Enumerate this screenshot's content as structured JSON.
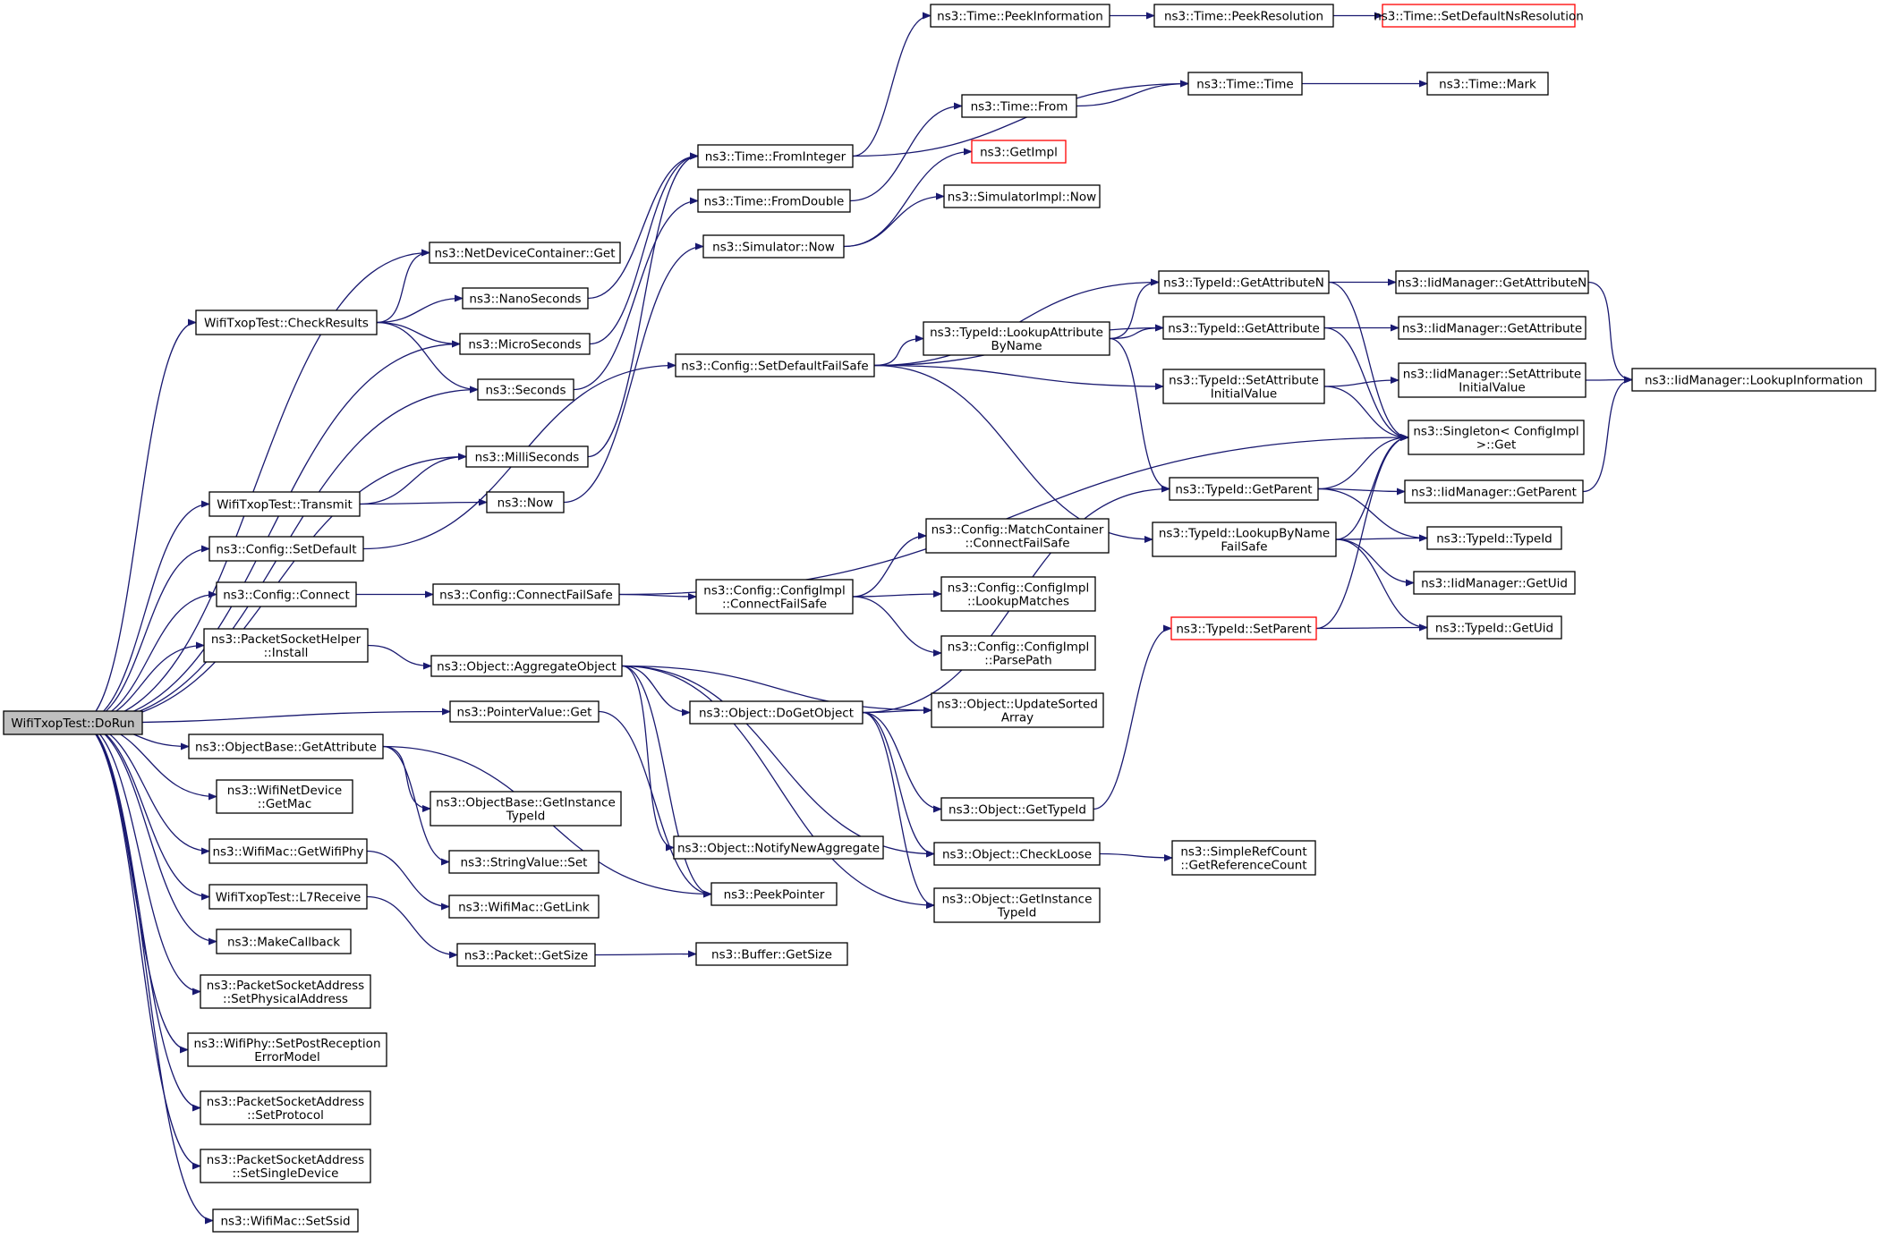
{
  "diagram": {
    "colors": {
      "edge": "#191970",
      "node_border": "#000000",
      "node_border_truncated": "#ff0000",
      "node_fill": "#ffffff",
      "root_fill": "#bfbfbf"
    },
    "nodes": [
      {
        "id": "dorun",
        "lines": [
          "WifiTxopTest::DoRun"
        ],
        "root": true
      },
      {
        "id": "ndcget",
        "lines": [
          "ns3::NetDeviceContainer::Get"
        ]
      },
      {
        "id": "checkresults",
        "lines": [
          "WifiTxopTest::CheckResults"
        ]
      },
      {
        "id": "nanoseconds",
        "lines": [
          "ns3::NanoSeconds"
        ]
      },
      {
        "id": "microseconds",
        "lines": [
          "ns3::MicroSeconds"
        ]
      },
      {
        "id": "seconds",
        "lines": [
          "ns3::Seconds"
        ]
      },
      {
        "id": "milliseconds",
        "lines": [
          "ns3::MilliSeconds"
        ]
      },
      {
        "id": "transmit",
        "lines": [
          "WifiTxopTest::Transmit"
        ]
      },
      {
        "id": "now",
        "lines": [
          "ns3::Now"
        ]
      },
      {
        "id": "setdefault",
        "lines": [
          "ns3::Config::SetDefault"
        ]
      },
      {
        "id": "connect",
        "lines": [
          "ns3::Config::Connect"
        ]
      },
      {
        "id": "connectfailsafe",
        "lines": [
          "ns3::Config::ConnectFailSafe"
        ]
      },
      {
        "id": "pshinstall",
        "lines": [
          "ns3::PacketSocketHelper",
          "::Install"
        ]
      },
      {
        "id": "aggregate",
        "lines": [
          "ns3::Object::AggregateObject"
        ]
      },
      {
        "id": "pointervalueget",
        "lines": [
          "ns3::PointerValue::Get"
        ]
      },
      {
        "id": "obgetattribute",
        "lines": [
          "ns3::ObjectBase::GetAttribute"
        ]
      },
      {
        "id": "wndgetmac",
        "lines": [
          "ns3::WifiNetDevice",
          "::GetMac"
        ]
      },
      {
        "id": "getwifiphy",
        "lines": [
          "ns3::WifiMac::GetWifiPhy"
        ]
      },
      {
        "id": "l7receive",
        "lines": [
          "WifiTxopTest::L7Receive"
        ]
      },
      {
        "id": "makecallback",
        "lines": [
          "ns3::MakeCallback"
        ]
      },
      {
        "id": "setphysaddr",
        "lines": [
          "ns3::PacketSocketAddress",
          "::SetPhysicalAddress"
        ]
      },
      {
        "id": "setpostrx",
        "lines": [
          "ns3::WifiPhy::SetPostReception",
          "ErrorModel"
        ]
      },
      {
        "id": "setprotocol",
        "lines": [
          "ns3::PacketSocketAddress",
          "::SetProtocol"
        ]
      },
      {
        "id": "setsingledev",
        "lines": [
          "ns3::PacketSocketAddress",
          "::SetSingleDevice"
        ]
      },
      {
        "id": "setssid",
        "lines": [
          "ns3::WifiMac::SetSsid"
        ]
      },
      {
        "id": "fromint",
        "lines": [
          "ns3::Time::FromInteger"
        ]
      },
      {
        "id": "fromdouble",
        "lines": [
          "ns3::Time::FromDouble"
        ]
      },
      {
        "id": "simnow",
        "lines": [
          "ns3::Simulator::Now"
        ]
      },
      {
        "id": "setdefaultfs",
        "lines": [
          "ns3::Config::SetDefaultFailSafe"
        ]
      },
      {
        "id": "configimplcfs",
        "lines": [
          "ns3::Config::ConfigImpl",
          "::ConnectFailSafe"
        ]
      },
      {
        "id": "obgetinstancetid",
        "lines": [
          "ns3::ObjectBase::GetInstance",
          "TypeId"
        ]
      },
      {
        "id": "stringvalueset",
        "lines": [
          "ns3::StringValue::Set"
        ]
      },
      {
        "id": "wmgetlink",
        "lines": [
          "ns3::WifiMac::GetLink"
        ]
      },
      {
        "id": "packetgetsize",
        "lines": [
          "ns3::Packet::GetSize"
        ]
      },
      {
        "id": "dogetobject",
        "lines": [
          "ns3::Object::DoGetObject"
        ]
      },
      {
        "id": "notifynewagg",
        "lines": [
          "ns3::Object::NotifyNewAggregate"
        ]
      },
      {
        "id": "peekpointer",
        "lines": [
          "ns3::PeekPointer"
        ]
      },
      {
        "id": "buffergetsize",
        "lines": [
          "ns3::Buffer::GetSize"
        ]
      },
      {
        "id": "peekinfo",
        "lines": [
          "ns3::Time::PeekInformation"
        ]
      },
      {
        "id": "timefrom",
        "lines": [
          "ns3::Time::From"
        ]
      },
      {
        "id": "getimpl",
        "lines": [
          "ns3::GetImpl"
        ],
        "truncated": true
      },
      {
        "id": "simimplnow",
        "lines": [
          "ns3::SimulatorImpl::Now"
        ]
      },
      {
        "id": "lookupattrbyname",
        "lines": [
          "ns3::TypeId::LookupAttribute",
          "ByName"
        ]
      },
      {
        "id": "matchcontainer",
        "lines": [
          "ns3::Config::MatchContainer",
          "::ConnectFailSafe"
        ]
      },
      {
        "id": "lookupmatches",
        "lines": [
          "ns3::Config::ConfigImpl",
          "::LookupMatches"
        ]
      },
      {
        "id": "parsepath",
        "lines": [
          "ns3::Config::ConfigImpl",
          "::ParsePath"
        ]
      },
      {
        "id": "updatesorted",
        "lines": [
          "ns3::Object::UpdateSorted",
          "Array"
        ]
      },
      {
        "id": "objgettypeid",
        "lines": [
          "ns3::Object::GetTypeId"
        ]
      },
      {
        "id": "checkloose",
        "lines": [
          "ns3::Object::CheckLoose"
        ]
      },
      {
        "id": "objgetinstancetid",
        "lines": [
          "ns3::Object::GetInstance",
          "TypeId"
        ]
      },
      {
        "id": "peekres",
        "lines": [
          "ns3::Time::PeekResolution"
        ]
      },
      {
        "id": "timetime",
        "lines": [
          "ns3::Time::Time"
        ]
      },
      {
        "id": "getattributen",
        "lines": [
          "ns3::TypeId::GetAttributeN"
        ]
      },
      {
        "id": "tidgetattribute",
        "lines": [
          "ns3::TypeId::GetAttribute"
        ]
      },
      {
        "id": "setattrinit",
        "lines": [
          "ns3::TypeId::SetAttribute",
          "InitialValue"
        ]
      },
      {
        "id": "tidgetparent",
        "lines": [
          "ns3::TypeId::GetParent"
        ]
      },
      {
        "id": "lookupbynamefs",
        "lines": [
          "ns3::TypeId::LookupByName",
          "FailSafe"
        ]
      },
      {
        "id": "tidsetparent",
        "lines": [
          "ns3::TypeId::SetParent"
        ],
        "truncated": true
      },
      {
        "id": "getrefcount",
        "lines": [
          "ns3::SimpleRefCount",
          "::GetReferenceCount"
        ]
      },
      {
        "id": "setdefaultnsres",
        "lines": [
          "ns3::Time::SetDefaultNsResolution"
        ],
        "truncated": true
      },
      {
        "id": "timemark",
        "lines": [
          "ns3::Time::Mark"
        ]
      },
      {
        "id": "iidgetattrn",
        "lines": [
          "ns3::IidManager::GetAttributeN"
        ]
      },
      {
        "id": "iidgetattr",
        "lines": [
          "ns3::IidManager::GetAttribute"
        ]
      },
      {
        "id": "iidsetattrinit",
        "lines": [
          "ns3::IidManager::SetAttribute",
          "InitialValue"
        ]
      },
      {
        "id": "singletonget",
        "lines": [
          "ns3::Singleton< ConfigImpl",
          " >::Get"
        ]
      },
      {
        "id": "iidgetparent",
        "lines": [
          "ns3::IidManager::GetParent"
        ]
      },
      {
        "id": "tidtypeid",
        "lines": [
          "ns3::TypeId::TypeId"
        ]
      },
      {
        "id": "iidgetuid",
        "lines": [
          "ns3::IidManager::GetUid"
        ]
      },
      {
        "id": "tidgetuid",
        "lines": [
          "ns3::TypeId::GetUid"
        ]
      },
      {
        "id": "iidlookupinfo",
        "lines": [
          "ns3::IidManager::LookupInformation"
        ]
      }
    ],
    "edges": [
      [
        "dorun",
        "ndcget"
      ],
      [
        "dorun",
        "checkresults"
      ],
      [
        "dorun",
        "microseconds"
      ],
      [
        "dorun",
        "seconds"
      ],
      [
        "dorun",
        "milliseconds"
      ],
      [
        "dorun",
        "transmit"
      ],
      [
        "dorun",
        "setdefault"
      ],
      [
        "dorun",
        "connect"
      ],
      [
        "dorun",
        "pshinstall"
      ],
      [
        "dorun",
        "pointervalueget"
      ],
      [
        "dorun",
        "obgetattribute"
      ],
      [
        "dorun",
        "wndgetmac"
      ],
      [
        "dorun",
        "getwifiphy"
      ],
      [
        "dorun",
        "l7receive"
      ],
      [
        "dorun",
        "makecallback"
      ],
      [
        "dorun",
        "setphysaddr"
      ],
      [
        "dorun",
        "setpostrx"
      ],
      [
        "dorun",
        "setprotocol"
      ],
      [
        "dorun",
        "setsingledev"
      ],
      [
        "dorun",
        "setssid"
      ],
      [
        "checkresults",
        "ndcget"
      ],
      [
        "checkresults",
        "nanoseconds"
      ],
      [
        "checkresults",
        "microseconds"
      ],
      [
        "checkresults",
        "seconds"
      ],
      [
        "transmit",
        "milliseconds"
      ],
      [
        "transmit",
        "now"
      ],
      [
        "nanoseconds",
        "fromint"
      ],
      [
        "microseconds",
        "fromint"
      ],
      [
        "seconds",
        "fromdouble"
      ],
      [
        "milliseconds",
        "fromint"
      ],
      [
        "now",
        "simnow"
      ],
      [
        "setdefault",
        "setdefaultfs"
      ],
      [
        "connect",
        "connectfailsafe"
      ],
      [
        "connectfailsafe",
        "configimplcfs"
      ],
      [
        "connectfailsafe",
        "singletonget"
      ],
      [
        "pshinstall",
        "aggregate"
      ],
      [
        "pointervalueget",
        "peekpointer"
      ],
      [
        "obgetattribute",
        "obgetinstancetid"
      ],
      [
        "obgetattribute",
        "stringvalueset"
      ],
      [
        "obgetattribute",
        "peekpointer"
      ],
      [
        "getwifiphy",
        "wmgetlink"
      ],
      [
        "l7receive",
        "packetgetsize"
      ],
      [
        "packetgetsize",
        "buffergetsize"
      ],
      [
        "aggregate",
        "dogetobject"
      ],
      [
        "aggregate",
        "updatesorted"
      ],
      [
        "aggregate",
        "notifynewagg"
      ],
      [
        "aggregate",
        "peekpointer"
      ],
      [
        "aggregate",
        "checkloose"
      ],
      [
        "aggregate",
        "objgetinstancetid"
      ],
      [
        "dogetobject",
        "updatesorted"
      ],
      [
        "dogetobject",
        "objgettypeid"
      ],
      [
        "dogetobject",
        "checkloose"
      ],
      [
        "dogetobject",
        "objgetinstancetid"
      ],
      [
        "dogetobject",
        "tidgetparent"
      ],
      [
        "objgettypeid",
        "tidsetparent"
      ],
      [
        "checkloose",
        "getrefcount"
      ],
      [
        "fromint",
        "peekinfo"
      ],
      [
        "fromint",
        "timetime"
      ],
      [
        "fromdouble",
        "timefrom"
      ],
      [
        "timefrom",
        "timetime"
      ],
      [
        "peekinfo",
        "peekres"
      ],
      [
        "peekres",
        "setdefaultnsres"
      ],
      [
        "timetime",
        "timemark"
      ],
      [
        "simnow",
        "getimpl"
      ],
      [
        "simnow",
        "simimplnow"
      ],
      [
        "setdefaultfs",
        "getattributen"
      ],
      [
        "setdefaultfs",
        "tidgetattribute"
      ],
      [
        "setdefaultfs",
        "lookupattrbyname"
      ],
      [
        "setdefaultfs",
        "setattrinit"
      ],
      [
        "setdefaultfs",
        "lookupbynamefs"
      ],
      [
        "configimplcfs",
        "matchcontainer"
      ],
      [
        "configimplcfs",
        "lookupmatches"
      ],
      [
        "configimplcfs",
        "parsepath"
      ],
      [
        "lookupattrbyname",
        "getattributen"
      ],
      [
        "lookupattrbyname",
        "tidgetattribute"
      ],
      [
        "lookupattrbyname",
        "tidgetparent"
      ],
      [
        "getattributen",
        "iidgetattrn"
      ],
      [
        "getattributen",
        "singletonget"
      ],
      [
        "tidgetattribute",
        "iidgetattr"
      ],
      [
        "tidgetattribute",
        "singletonget"
      ],
      [
        "setattrinit",
        "iidsetattrinit"
      ],
      [
        "setattrinit",
        "singletonget"
      ],
      [
        "tidgetparent",
        "singletonget"
      ],
      [
        "tidgetparent",
        "iidgetparent"
      ],
      [
        "tidgetparent",
        "tidtypeid"
      ],
      [
        "lookupbynamefs",
        "singletonget"
      ],
      [
        "lookupbynamefs",
        "tidtypeid"
      ],
      [
        "lookupbynamefs",
        "iidgetuid"
      ],
      [
        "lookupbynamefs",
        "tidgetuid"
      ],
      [
        "tidsetparent",
        "singletonget"
      ],
      [
        "tidsetparent",
        "tidgetuid"
      ],
      [
        "iidgetattrn",
        "iidlookupinfo"
      ],
      [
        "iidsetattrinit",
        "iidlookupinfo"
      ],
      [
        "iidgetparent",
        "iidlookupinfo"
      ]
    ]
  }
}
